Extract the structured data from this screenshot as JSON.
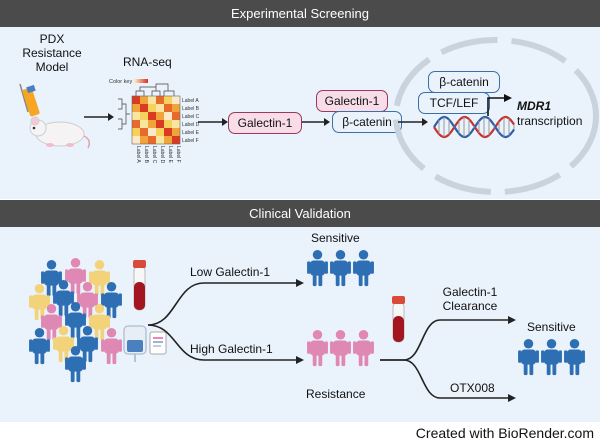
{
  "top": {
    "header": "Experimental Screening",
    "pdx_label": "PDX\nResistance\nModel",
    "rnaseq_label": "RNA-seq",
    "color_key": "Color key",
    "heatmap_labels": [
      "Label A",
      "Label B",
      "Label C",
      "Label D",
      "Label E",
      "Label F"
    ],
    "galectin_box": "Galectin-1",
    "galectin_box2": "Galectin-1",
    "bcatenin_box": "β-catenin",
    "bcatenin_top": "β-catenin",
    "tcf_box": "TCF/LEF",
    "mdr1": "MDR1",
    "transcription": "transcription"
  },
  "bottom": {
    "header": "Clinical Validation",
    "low_label": "Low Galectin-1",
    "high_label": "High Galectin-1",
    "sensitive_label": "Sensitive",
    "resistance_label": "Resistance",
    "clearance_label": "Galectin-1\nClearance",
    "otx_label": "OTX008",
    "sensitive2_label": "Sensitive"
  },
  "credit": "Created with BioRender.com",
  "colors": {
    "header_bg": "#4b4b4b",
    "panel_bg": "#eaf2fb",
    "blue_person": "#2e6fb4",
    "pink_person": "#e088b4",
    "yellow_person": "#f3d37a",
    "dna_red": "#c8312f",
    "dna_blue": "#2f5ea8",
    "nucleus": "#c9d3dd"
  }
}
